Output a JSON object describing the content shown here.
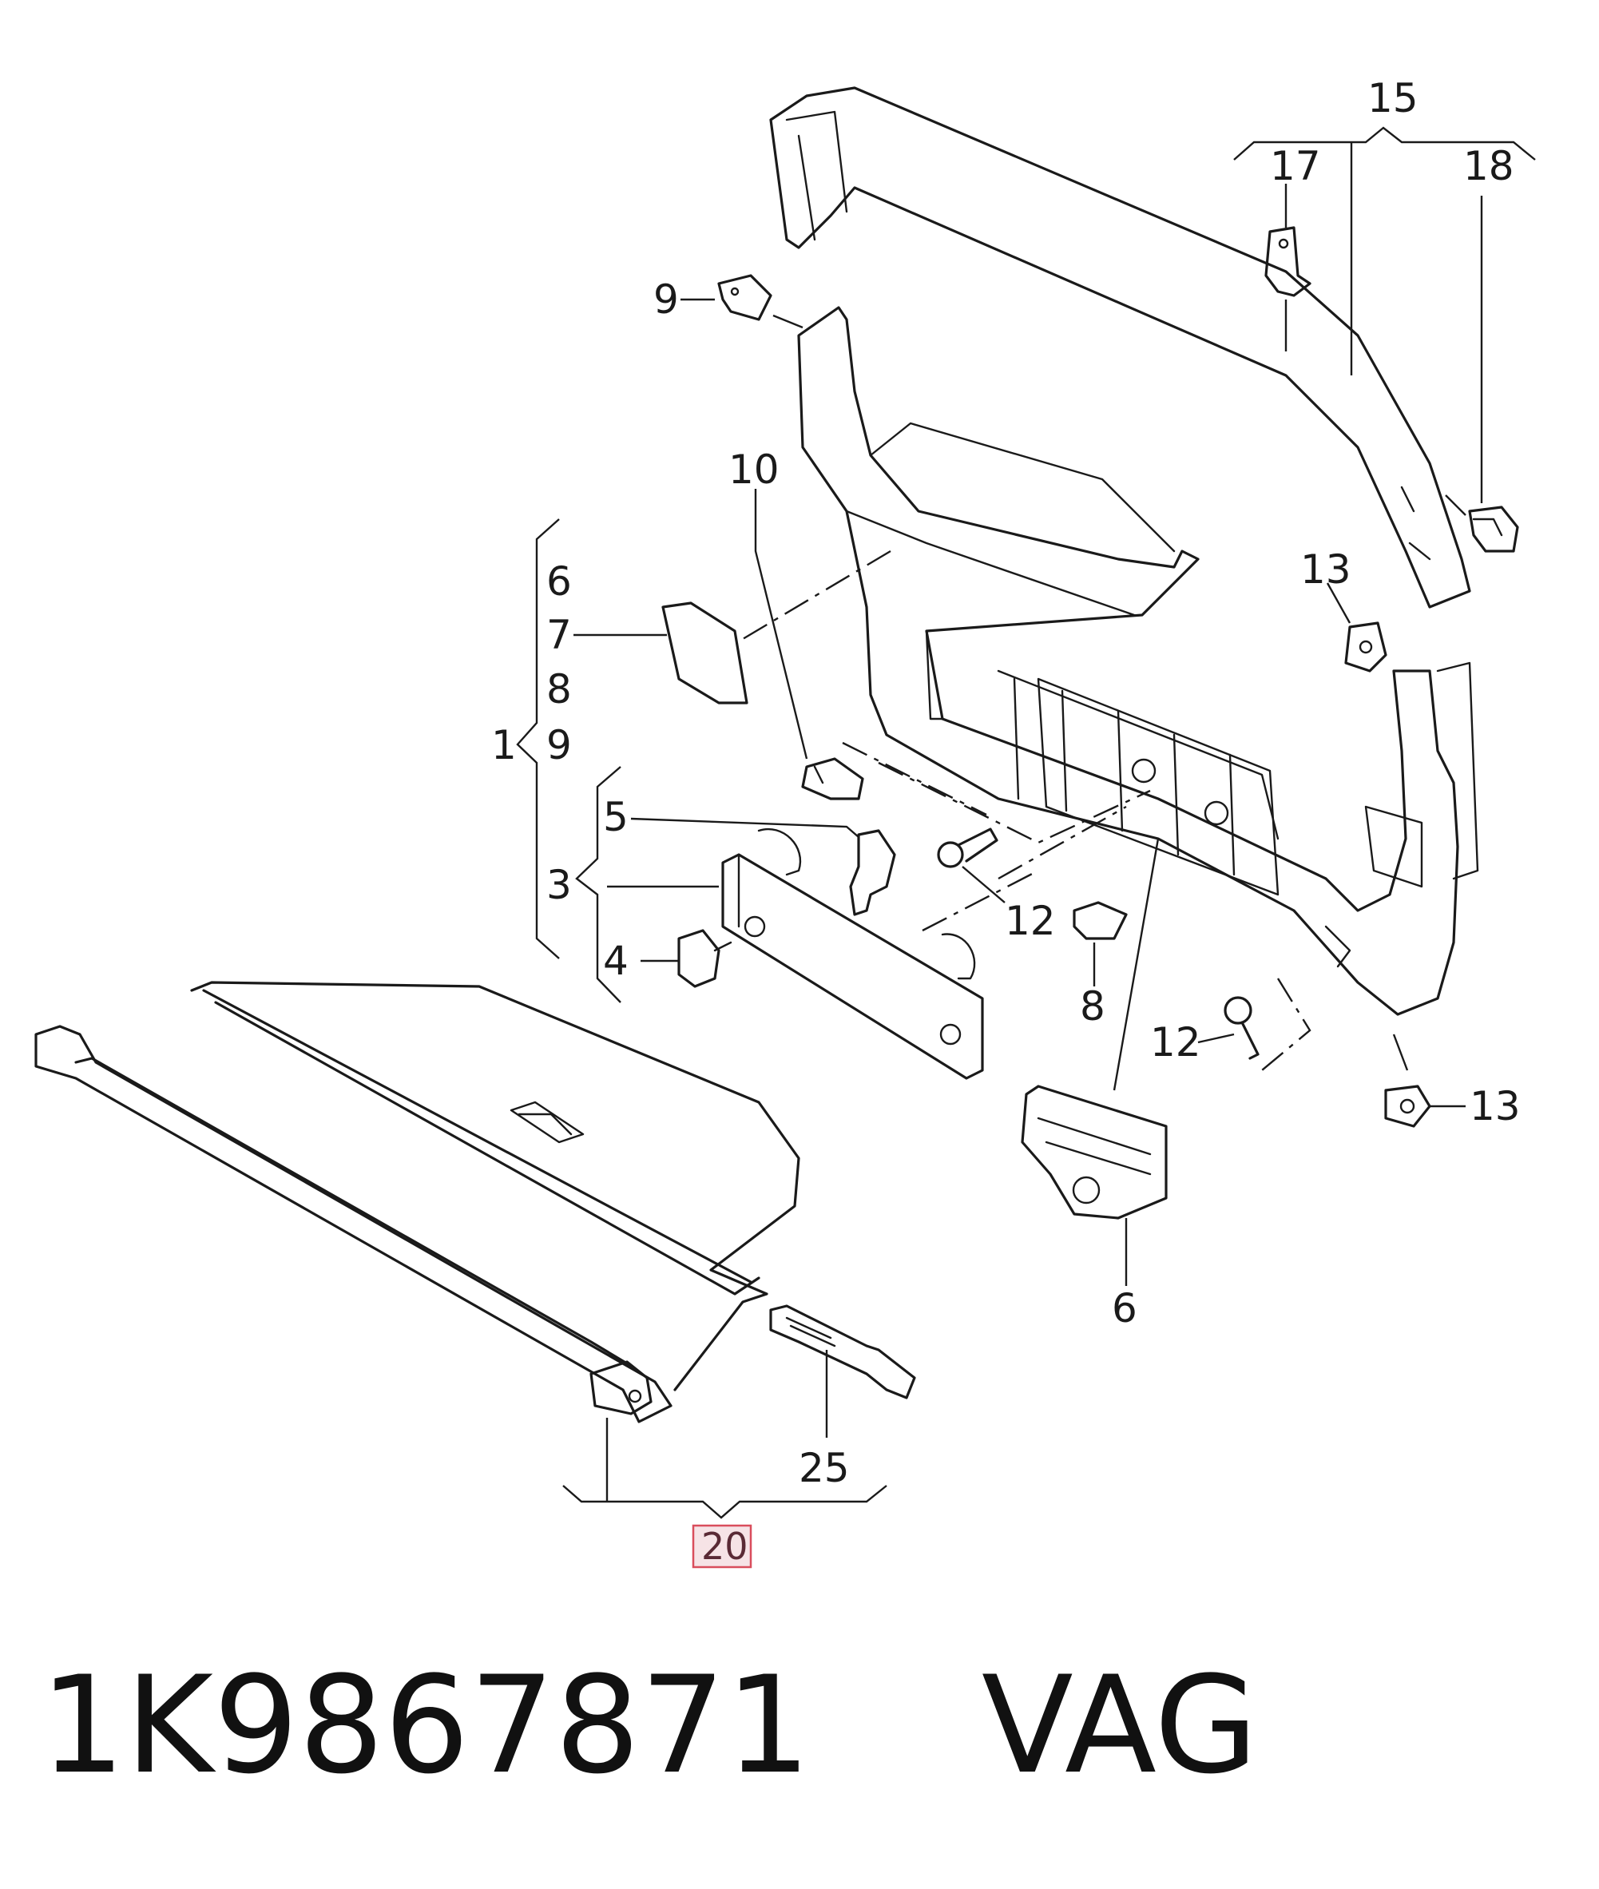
{
  "labels": {
    "l1": "1",
    "l3": "3",
    "l4": "4",
    "l5": "5",
    "l6a": "6",
    "l6b": "6",
    "l7": "7",
    "l8a": "8",
    "l8b": "8",
    "l9a": "9",
    "l9b": "9",
    "l10": "10",
    "l12a": "12",
    "l12b": "12",
    "l13a": "13",
    "l13b": "13",
    "l15": "15",
    "l17": "17",
    "l18": "18",
    "l20": "20",
    "l25": "25"
  },
  "highlighted_part": "20",
  "caption": {
    "part_number": "1K9867871",
    "brand": "VAG"
  },
  "colors": {
    "line": "#1a1a1a",
    "highlight_border": "#d94d5c",
    "highlight_fill": "#f6e3e6"
  }
}
